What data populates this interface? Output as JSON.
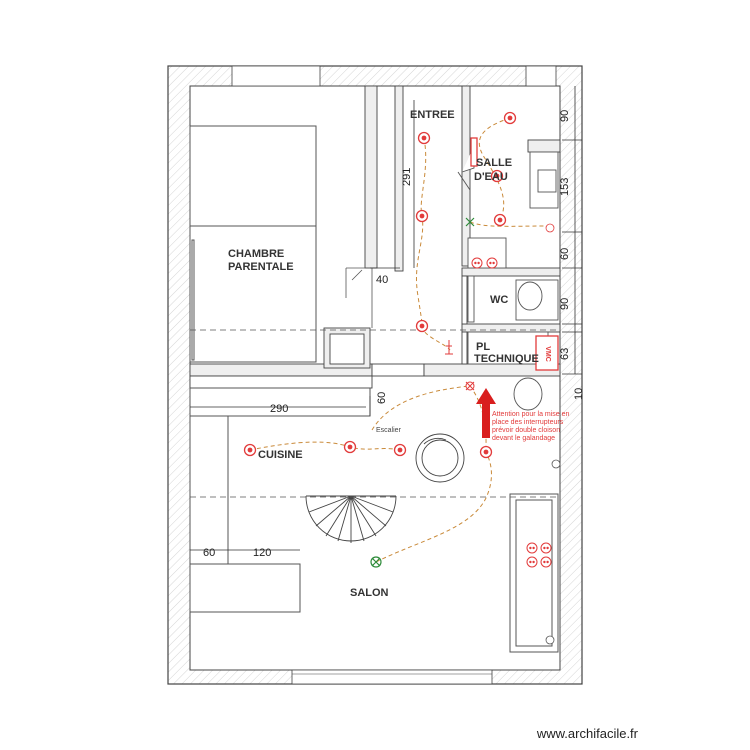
{
  "rooms": {
    "chambre_line1": "CHAMBRE",
    "chambre_line2": "PARENTALE",
    "entree": "ENTREE",
    "salle_line1": "SALLE",
    "salle_line2": "D'EAU",
    "wc": "WC",
    "pl_line1": "PL",
    "pl_line2": "TECHNIQUE",
    "cuisine": "CUISINE",
    "salon": "SALON",
    "escalier": "Escalier"
  },
  "dimensions": {
    "d291": "291",
    "d40": "40",
    "d290": "290",
    "d60_left": "60",
    "d60_bottom": "60",
    "d120": "120",
    "r90_top": "90",
    "r153": "153",
    "r60": "60",
    "r90_mid": "90",
    "r63": "63",
    "r10": "10"
  },
  "vmc_label": "VMC",
  "note": {
    "line1": "Attention pour la mise en",
    "line2": "place des interrupteurs",
    "line3": "prévoir double cloison",
    "line4": "devant le galandage"
  },
  "watermark": "www.archifacile.fr",
  "colors": {
    "wall_fill": "#efefef",
    "wall_stroke": "#444444",
    "electric": "#e23b3b",
    "wire": "#c98a3a",
    "switch_green": "#2e8b3a"
  }
}
